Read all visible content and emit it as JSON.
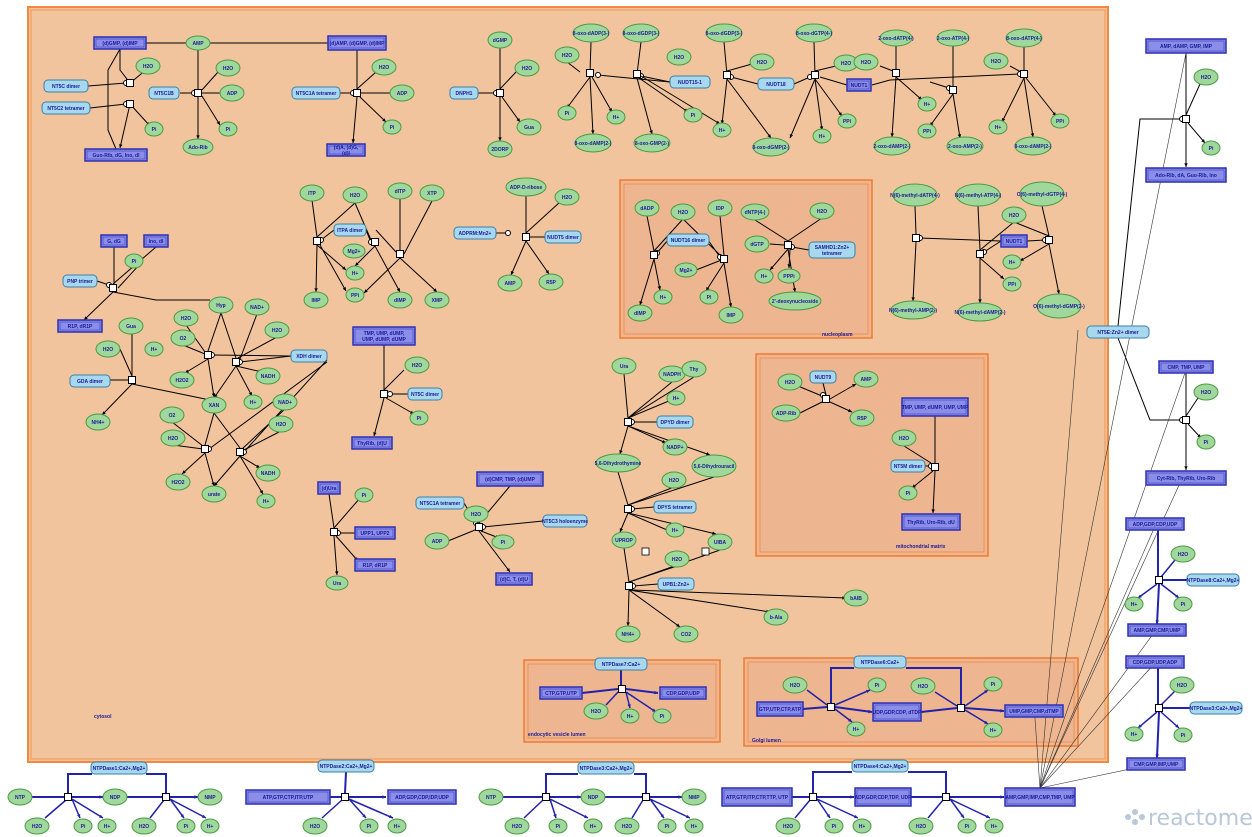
{
  "brand": {
    "name": "reactome"
  },
  "compartments": {
    "cytosol": "cytosol",
    "nucleoplasm": "nucleoplasm",
    "mito": "mitochondrial matrix",
    "endo": "endocytic vesicle lumen",
    "golgi": "Golgi lumen"
  },
  "complexes": {
    "gmp": "(d)GMP, (d)IMP",
    "amp": "(d)AMP, (d)GMP, (d)IMP",
    "nt5c": "NT5C dimer",
    "nt5c2": "NT5C2 tetramer",
    "nt5c1b": "NT5C1B",
    "nt5c1a": "NT5C1A tetramer",
    "guorib": "Guo-Rib, dG, Ino, dI",
    "da_dg": "(d)A, (d)G, (d)I",
    "dnph1": "DNPH1",
    "nudt15": "NUDT15-1",
    "nudt18": "NUDT18",
    "nudt1": "NUDT1",
    "nudt1b": "NUDT1",
    "ampset": "AMP, dAMP, GMP, IMP",
    "adorib": "Ado-Rib, dA, Guo-Rib, Ino",
    "g_dg": "G, dG",
    "ino_di": "Ino, dI",
    "pnp": "PNP trimer",
    "r1p": "R1P, dR1P",
    "gda": "GDA dimer",
    "itpa": "ITPA dimer",
    "adprm": "ADPRM:Mn2+",
    "nudt5": "NUDT5 dimer",
    "nudt16": "NUDT16 dimer",
    "samhd1": "SAMHD1:Zn2+ tetramer",
    "xdh": "XDH dimer",
    "tmp": "TMP, UMP, dUMP, UMP, dUMP, dUMP",
    "nt5c_b": "NT5C dimer",
    "thyd": "ThyRib, (d)U",
    "du": "(d)Ura",
    "upp": "UPP1, UPP2",
    "r1p2": "R1P, dR1P",
    "cmp": "(d)CMP, TMP, (d)UMP",
    "nt5c1a2": "NT5C1A tetramer",
    "nt5c3": "NT5C3 holoenzyme",
    "dct": "(d)C, T, (d)U",
    "dpyd": "DPYD dimer",
    "dpys": "DPYS tetramer",
    "upb1": "UPB1:Zn2+",
    "nudt9": "NUDT9",
    "tmp2": "TMP, UMP, dUMP, UMP, UMP",
    "nt5m": "NT5M dimer",
    "thyd2": "ThyRib, Uro-Rib, dU",
    "nt5e": "NT5E:Zn2+ dimer",
    "cmptmp": "CMP, TMP, UMP",
    "cytrib": "Cyt-Rib, ThyRib, Uro-Rib",
    "adpset": "ADP,GDP,CDP,UDP",
    "ntpd8": "NTPDase8:Ca2+,Mg2+",
    "ampset2": "AMP,GMP,CMP,UMP",
    "cdpset": "CDP,GDP,UDP,ADP",
    "ntpd3": "NTPDase3:Ca2+,Mg2+",
    "cmpset": "CMP,GMP,IMP,UMP",
    "ntpd7": "NTPDase7:Ca2+",
    "ctpset": "CTP,GTP,UTP",
    "cdpset2": "CDP,GDP,UDP",
    "ntpd6": "NTPDase6:Ca2+",
    "gtpset": "GTP,UTP,CTP,ATP",
    "udpset": "UDP,GDP,CDP, dTDP",
    "umpset": "UMP,GMP,CMP,dTMP",
    "ntpd1": "NTPDase1:Ca2+,Mg2+",
    "ntpd2": "NTPDase2:Ca2+,Mg2+",
    "atpset": "ATP,GTP,CTP,ITP,UTP",
    "adpset2": "ADP,GDP,CDP,IDP,UDP",
    "ntpd3b": "NTPDase3:Ca2+,Mg2+",
    "atpset2": "ATP,GTP,ITP,CTP,TTP, UTP",
    "ntpd4": "NTPDase4:Ca2+,Mg2+",
    "adpset3": "ADP,GDP,CDP,TDP, UDP",
    "ampset3": "AMP,GMP,IMP,CMP,TMP, UMP"
  },
  "molecules": {
    "amp": "AMP",
    "h2o_a": "H2O",
    "h2o_b": "H2O",
    "adp": "ADP",
    "pi_a": "Pi",
    "pi_b": "Pi",
    "adorib": "Ado-Rib",
    "h2o_c": "H2O",
    "adp2": "ADP",
    "pi_c": "Pi",
    "dgmp": "dGMP",
    "h2o_d": "H2O",
    "gua": "Gua",
    "2dorp": "2DORP",
    "odadp": "8-oxo-dADP(3-)",
    "odgdp": "8-oxo-dGDP(3-)",
    "odgdp2": "8-oxo-dGDP(3-)",
    "odgtp": "8-oxo-dGTP(4-)",
    "h2o_e": "H2O",
    "h2o_f": "H2O",
    "h2o_g": "H2O",
    "h2o_h": "H2O",
    "pi_d": "Pi",
    "hp_a": "H+",
    "pi_e": "Pi",
    "hp_b": "H+",
    "hp_c": "H+",
    "ppi_a": "PPi",
    "odamp": "8-oxo-dAMP(2-)",
    "odgmp": "8-oxo-GMP(2-)",
    "odgmp2": "8-oxo-dGMP(2-)",
    "oatp": "2-oxo-dATP(4-)",
    "oatp2": "2-oxo-ATP(4-)",
    "odatp": "8-oxo-dATP(4-)",
    "h2o_i": "H2O",
    "h2o_j": "H2O",
    "hp_d": "H+",
    "ppi_b": "PPi",
    "hp_e": "H+",
    "ppi_c": "PPi",
    "oamp": "2-oxo-dAMP(2-)",
    "oamp2": "2-oxo-AMP(2-)",
    "odamp2": "8-oxo-dAMP(2-)",
    "pi_f": "Pi",
    "h2o_k": "H2O",
    "pi_g": "Pi",
    "itp": "ITP",
    "h2o_l": "H2O",
    "ditp": "dITP",
    "xtp": "XTP",
    "mg": "Mg2+",
    "hp_f": "H+",
    "ppi_d": "PPi",
    "imp": "IMP",
    "dimp": "dIMP",
    "xmp": "XMP",
    "adprib": "ADP-D-ribose",
    "h2o_m": "H2O",
    "amp2": "AMP",
    "r5p": "R5P",
    "pi_h": "Pi",
    "hyp": "Hyp",
    "nad_a": "NAD+",
    "h2o_n": "H2O",
    "h2o_o": "H2O",
    "gua2": "Gua",
    "o2_a": "O2",
    "h2o_p": "H2O",
    "hp_g": "H+",
    "h2o2_a": "H2O2",
    "nadh_a": "NADH",
    "nh4_a": "NH4+",
    "xan": "XAN",
    "hp_h": "H+",
    "nad_b": "NAD+",
    "o2_b": "O2",
    "h2o_q": "H2O",
    "h2o_r": "H2O",
    "h2o2_b": "H2O2",
    "urate": "urate",
    "nadh_b": "NADH",
    "hp_i": "H+",
    "h2o_s": "H2O",
    "pi_i": "Pi",
    "pi_j": "Pi",
    "ura": "Ura",
    "h2o_t": "H2O",
    "pi_k": "Pi",
    "adp3": "ADP",
    "damp": "dADP",
    "h2o_u": "H2O",
    "idp": "IDP",
    "mg2": "Mg2+",
    "hp_j": "H+",
    "pi_l": "Pi",
    "dimp2": "dIMP",
    "imp2": "IMP",
    "dntp": "dNTP(4-)",
    "h2o_v": "H2O",
    "dgtp": "dGTP",
    "hp_k": "H+",
    "ppp": "PPPi",
    "2deoxy": "2'-deoxynucleoside",
    "n6atp": "N(6)-methyl-dATP(4-)",
    "n6atp2": "N(6)-methyl-ATP(4-)",
    "o6gtp": "O(6)-methyl-dGTP(4-)",
    "h2o_w": "H2O",
    "hp_l": "H+",
    "ppi_e": "PPi",
    "n6amp": "N(6)-methyl-AMP(2-)",
    "n6amp2": "N(6)-methyl-dAMP(2-)",
    "o6gmp": "O(6)-methyl-dGMP(2-)",
    "pi_m": "Pi",
    "uro": "Ura",
    "nadph": "NADPH",
    "thy": "Thy",
    "hp_m": "H+",
    "nadp": "NADP+",
    "dhthy": "5,6-Dihydrothymine",
    "dhura": "5,6-Dihydrouracil",
    "h2o_x": "H2O",
    "hp_n": "H+",
    "uprop": "UPROP",
    "uiba": "UIBA",
    "h2o_y": "H2O",
    "hp_o": "H+",
    "baib": "bAIB",
    "bala": "b-Ala",
    "nh4_b": "NH4+",
    "co2": "CO2",
    "h2o_z": "H2O",
    "adprib2": "ADP-Rib",
    "amp3": "AMP",
    "r5p2": "R5P",
    "h2o_aa": "H2O",
    "pi_n": "Pi",
    "h2o_ab": "H2O",
    "pi_o": "Pi",
    "h2o_ac": "H2O",
    "pi_p": "Pi",
    "hp_p": "H+",
    "pi_q": "Pi",
    "h2o_ad": "H2O",
    "hp_q": "H+",
    "pi_r": "Pi",
    "h2o_ae": "H2O",
    "hp_r": "H+",
    "pi_s": "Pi",
    "h2o_af": "H2O",
    "pi_t": "Pi",
    "hp_s": "H+",
    "h2o_ag": "H2O",
    "pi_u": "Pi",
    "hp_t": "H+",
    "ntp": "NTP",
    "ndp": "NDP",
    "nmp": "NMP",
    "h2o_b1": "H2O",
    "pi_b1": "Pi",
    "hp_b1": "H+",
    "h2o_b2": "H2O",
    "pi_b2": "Pi",
    "hp_b2": "H+",
    "h2o_b3": "H2O",
    "pi_b3": "Pi",
    "hp_b3": "H+",
    "ntp2": "NTP",
    "ndp2": "NDP",
    "nmp2": "NMP",
    "h2o_b4": "H2O",
    "pi_b4": "Pi",
    "hp_b4": "H+",
    "h2o_b5": "H2O",
    "pi_b5": "Pi",
    "hp_b5": "H+",
    "h2o_b6": "H2O",
    "pi_b6": "Pi",
    "hp_b6": "H+",
    "h2o_b7": "H2O",
    "pi_b7": "Pi",
    "hp_b7": "H+"
  },
  "colors": {
    "outer_fill": "#f2c49e",
    "outer_stroke": "#f08a40",
    "inner_fill": "#eeb690",
    "inner_stroke": "#f07a30",
    "mol_fill": "#9fd89a",
    "mol_stroke": "#4a9a44",
    "prot_fill": "#a7d8ee",
    "prot_stroke": "#3b7fa8",
    "cx_fill": "#8a8ee8",
    "cx_stroke": "#2d2fb2",
    "line": "#000000",
    "blue_line": "#2222aa"
  }
}
